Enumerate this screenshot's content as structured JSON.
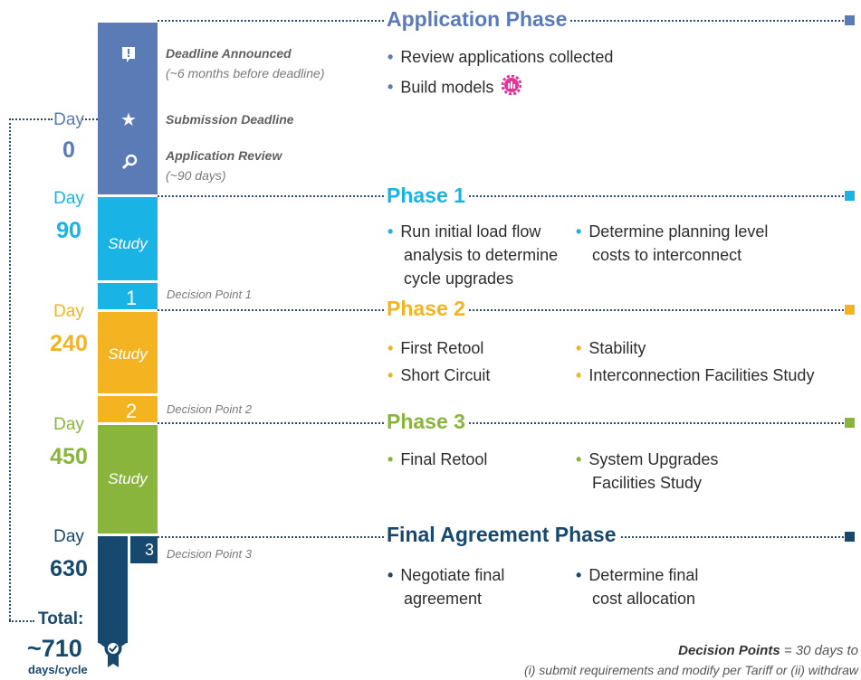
{
  "colors": {
    "navy": "#1d4a6a",
    "app": "#5a7bb5",
    "phase1": "#1ab3e6",
    "phase2": "#f4b422",
    "phase3": "#8ab53c",
    "final": "#17486e"
  },
  "app": {
    "title": "Application Phase",
    "events": [
      {
        "title": "Deadline Announced",
        "sub": "(~6 months before deadline)",
        "icon": "alert-icon"
      },
      {
        "title": "Submission Deadline",
        "sub": "",
        "icon": "star-icon"
      },
      {
        "title": "Application Review",
        "sub": "(~90 days)",
        "icon": "search-icon"
      }
    ],
    "bullets": [
      "Review applications collected",
      "Build models"
    ]
  },
  "days": [
    {
      "label": "Day",
      "num": "0"
    },
    {
      "label": "Day",
      "num": "90"
    },
    {
      "label": "Day",
      "num": "240"
    },
    {
      "label": "Day",
      "num": "450"
    },
    {
      "label": "Day",
      "num": "630"
    }
  ],
  "total": {
    "label": "Total:",
    "num": "~710",
    "unit": "days/cycle"
  },
  "study_label": "Study",
  "decision_points": [
    {
      "num": "1",
      "label": "Decision Point 1"
    },
    {
      "num": "2",
      "label": "Decision Point 2"
    },
    {
      "num": "3",
      "label": "Decision Point 3"
    }
  ],
  "phase1": {
    "title": "Phase 1",
    "col1": [
      "Run initial load flow",
      "analysis to determine",
      "cycle upgrades"
    ],
    "col2": [
      "Determine planning level",
      "costs to interconnect"
    ]
  },
  "phase2": {
    "title": "Phase 2",
    "col1": [
      "First Retool",
      "Short Circuit"
    ],
    "col2": [
      "Stability",
      "Interconnection Facilities Study"
    ]
  },
  "phase3": {
    "title": "Phase 3",
    "col1": [
      "Final Retool"
    ],
    "col2": [
      "System Upgrades",
      "Facilities Study"
    ]
  },
  "final": {
    "title": "Final Agreement Phase",
    "col1": [
      "Negotiate final",
      "agreement"
    ],
    "col2": [
      "Determine final",
      "cost allocation"
    ]
  },
  "footnote": {
    "bold": "Decision Points",
    "rest": " = 30 days to",
    "line2": "(i) submit requirements and modify per Tariff or (ii) withdraw"
  }
}
